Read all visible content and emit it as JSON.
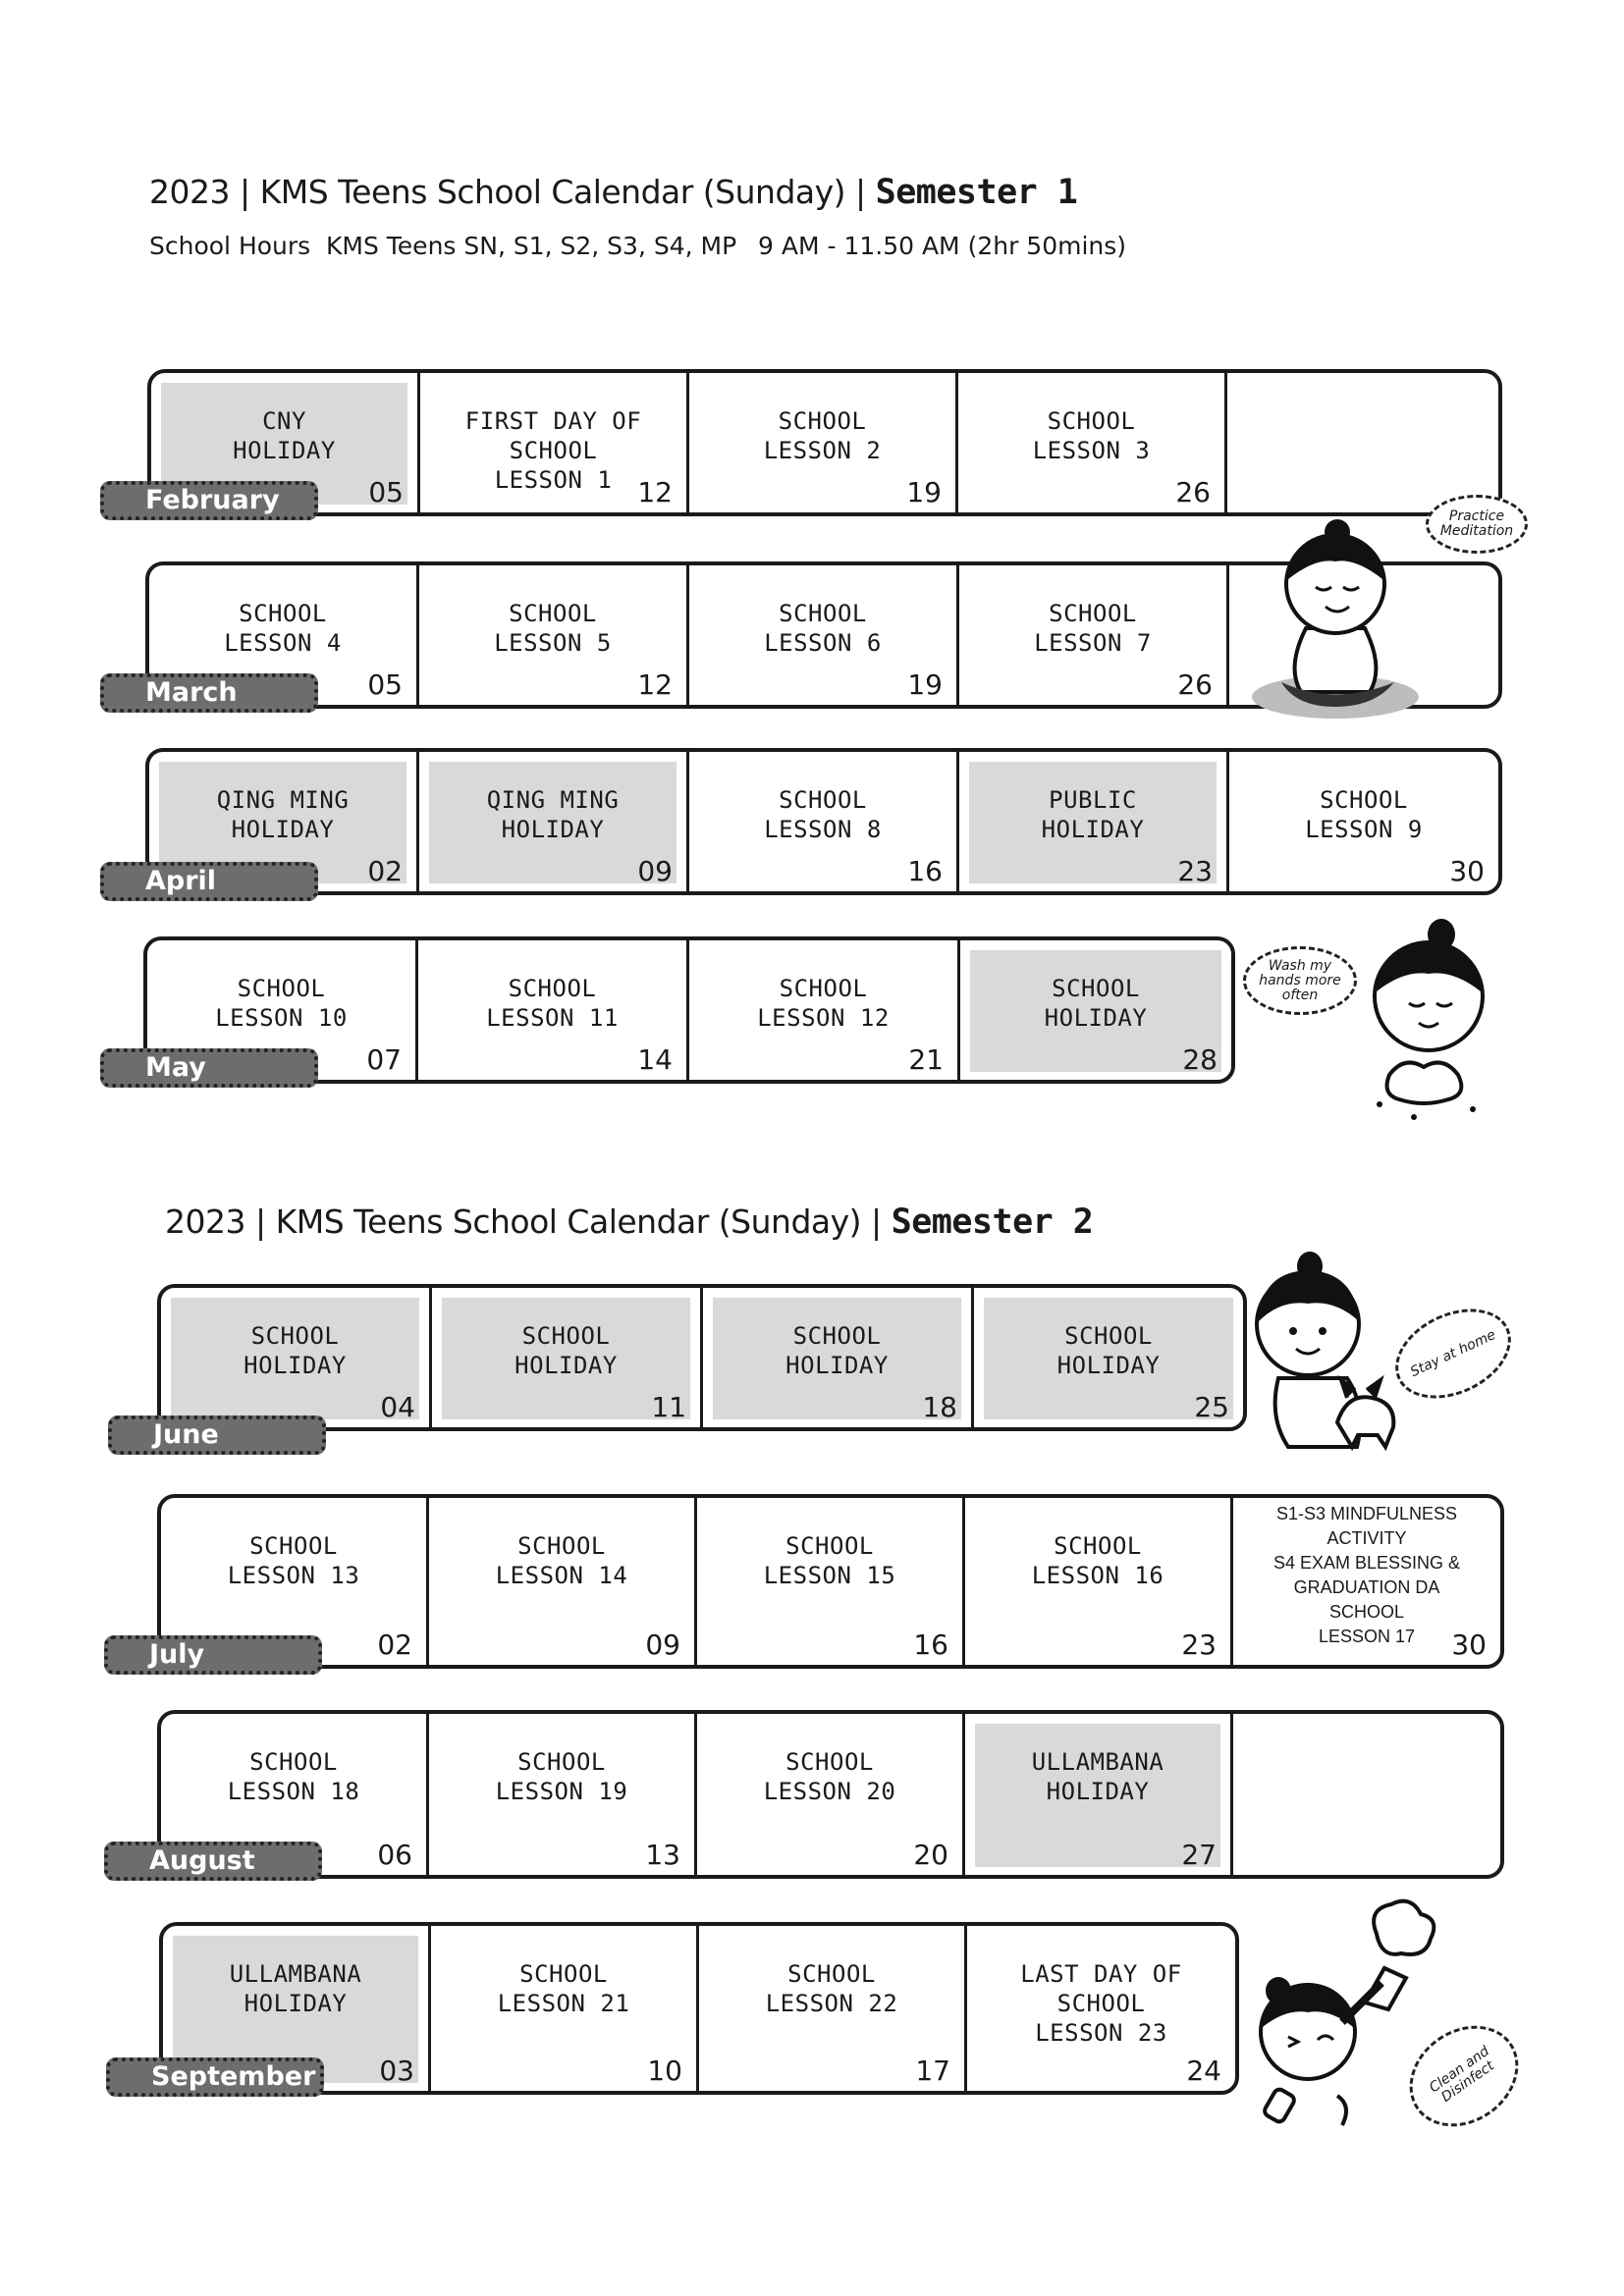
{
  "semester1": {
    "title_prefix": "2023 | KMS Teens School Calendar (Sunday)  |",
    "title_bold": "Semester 1",
    "hours_label": "School Hours",
    "hours_classes": "KMS Teens SN, S1, S2, S3, S4, MP",
    "hours_time": "9 AM - 11.50 AM (2hr 50mins)",
    "months": [
      {
        "month": "February",
        "cells": [
          {
            "text": "CNY\nHOLIDAY",
            "date": "05",
            "holiday": true
          },
          {
            "text": "FIRST DAY OF\nSCHOOL\nLESSON 1",
            "date": "12",
            "holiday": false
          },
          {
            "text": "SCHOOL\nLESSON 2",
            "date": "19",
            "holiday": false
          },
          {
            "text": "SCHOOL\nLESSON 3",
            "date": "26",
            "holiday": false
          },
          {
            "text": "",
            "date": "",
            "holiday": false
          }
        ]
      },
      {
        "month": "March",
        "cells": [
          {
            "text": "SCHOOL\nLESSON 4",
            "date": "05",
            "holiday": false
          },
          {
            "text": "SCHOOL\nLESSON 5",
            "date": "12",
            "holiday": false
          },
          {
            "text": "SCHOOL\nLESSON 6",
            "date": "19",
            "holiday": false
          },
          {
            "text": "SCHOOL\nLESSON 7",
            "date": "26",
            "holiday": false
          },
          {
            "text": "",
            "date": "",
            "holiday": false
          }
        ]
      },
      {
        "month": "April",
        "cells": [
          {
            "text": "QING MING\nHOLIDAY",
            "date": "02",
            "holiday": true
          },
          {
            "text": "QING MING\nHOLIDAY",
            "date": "09",
            "holiday": true
          },
          {
            "text": "SCHOOL\nLESSON 8",
            "date": "16",
            "holiday": false
          },
          {
            "text": "PUBLIC\nHOLIDAY",
            "date": "23",
            "holiday": true
          },
          {
            "text": "SCHOOL\nLESSON 9",
            "date": "30",
            "holiday": false
          }
        ]
      },
      {
        "month": "May",
        "cells": [
          {
            "text": "SCHOOL\nLESSON 10",
            "date": "07",
            "holiday": false
          },
          {
            "text": "SCHOOL\nLESSON 11",
            "date": "14",
            "holiday": false
          },
          {
            "text": "SCHOOL\nLESSON 12",
            "date": "21",
            "holiday": false
          },
          {
            "text": "SCHOOL\nHOLIDAY",
            "date": "28",
            "holiday": true
          }
        ]
      }
    ],
    "bubbles": [
      "Practice Meditation",
      "Wash my hands more often"
    ]
  },
  "semester2": {
    "title_prefix": "2023 | KMS Teens School Calendar (Sunday) |",
    "title_bold": "Semester 2",
    "months": [
      {
        "month": "June",
        "cells": [
          {
            "text": "SCHOOL\nHOLIDAY",
            "date": "04",
            "holiday": true
          },
          {
            "text": "SCHOOL\nHOLIDAY",
            "date": "11",
            "holiday": true
          },
          {
            "text": "SCHOOL\nHOLIDAY",
            "date": "18",
            "holiday": true
          },
          {
            "text": "SCHOOL\nHOLIDAY",
            "date": "25",
            "holiday": true
          }
        ]
      },
      {
        "month": "July",
        "cells": [
          {
            "text": "SCHOOL\nLESSON 13",
            "date": "02",
            "holiday": false
          },
          {
            "text": "SCHOOL\nLESSON 14",
            "date": "09",
            "holiday": false
          },
          {
            "text": "SCHOOL\nLESSON 15",
            "date": "16",
            "holiday": false
          },
          {
            "text": "SCHOOL\nLESSON 16",
            "date": "23",
            "holiday": false
          },
          {
            "text": "S1-S3 MINDFULNESS\nACTIVITY\nS4 EXAM BLESSING &\nGRADUATION DA\nSCHOOL\nLESSON 17",
            "date": "30",
            "holiday": false,
            "small": true
          }
        ]
      },
      {
        "month": "August",
        "cells": [
          {
            "text": "SCHOOL\nLESSON 18",
            "date": "06",
            "holiday": false
          },
          {
            "text": "SCHOOL\nLESSON 19",
            "date": "13",
            "holiday": false
          },
          {
            "text": "SCHOOL\nLESSON 20",
            "date": "20",
            "holiday": false
          },
          {
            "text": "ULLAMBANA\nHOLIDAY",
            "date": "27",
            "holiday": true
          },
          {
            "text": "",
            "date": "",
            "holiday": false
          }
        ]
      },
      {
        "month": "September",
        "cells": [
          {
            "text": "ULLAMBANA\nHOLIDAY",
            "date": "03",
            "holiday": true
          },
          {
            "text": "SCHOOL\nLESSON 21",
            "date": "10",
            "holiday": false
          },
          {
            "text": "SCHOOL\nLESSON 22",
            "date": "17",
            "holiday": false
          },
          {
            "text": "LAST DAY OF\nSCHOOL\nLESSON 23",
            "date": "24",
            "holiday": false
          }
        ]
      }
    ],
    "bubbles": [
      "Stay at home",
      "Clean and Disinfect"
    ]
  },
  "colors": {
    "holiday_fill": "#d9d9d9",
    "month_tab": "#6d6d6d",
    "ink": "#1a1a1a"
  }
}
